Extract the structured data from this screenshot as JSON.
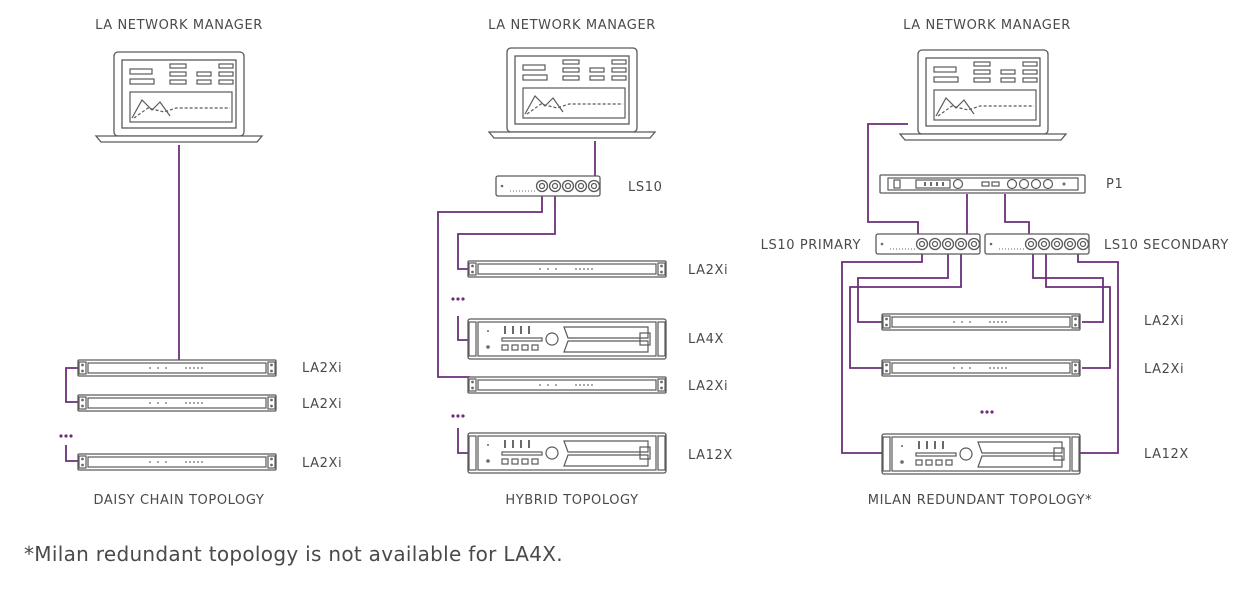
{
  "topologies": [
    {
      "manager_label": "LA NETWORK MANAGER",
      "caption": "DAISY CHAIN TOPOLOGY",
      "devices": [
        "LA2Xi",
        "LA2Xi",
        "LA2Xi"
      ]
    },
    {
      "manager_label": "LA NETWORK MANAGER",
      "caption": "HYBRID TOPOLOGY",
      "switch": "LS10",
      "devices": [
        "LA2Xi",
        "LA4X",
        "LA2Xi",
        "LA12X"
      ]
    },
    {
      "manager_label": "LA NETWORK MANAGER",
      "caption": "MILAN REDUNDANT TOPOLOGY*",
      "processor": "P1",
      "switch_primary": "LS10 PRIMARY",
      "switch_secondary": "LS10 SECONDARY",
      "devices": [
        "LA2Xi",
        "LA2Xi",
        "LA12X"
      ]
    }
  ],
  "footnote": "*Milan redundant topology is not available for LA4X.",
  "colors": {
    "wire": "#6b2f7a",
    "device_stroke": "#5a5a5a",
    "text": "#4a4a4a"
  },
  "icons": [
    "laptop-icon",
    "network-switch-icon",
    "amplifier-1u-icon",
    "amplifier-2u-icon",
    "processor-icon"
  ]
}
